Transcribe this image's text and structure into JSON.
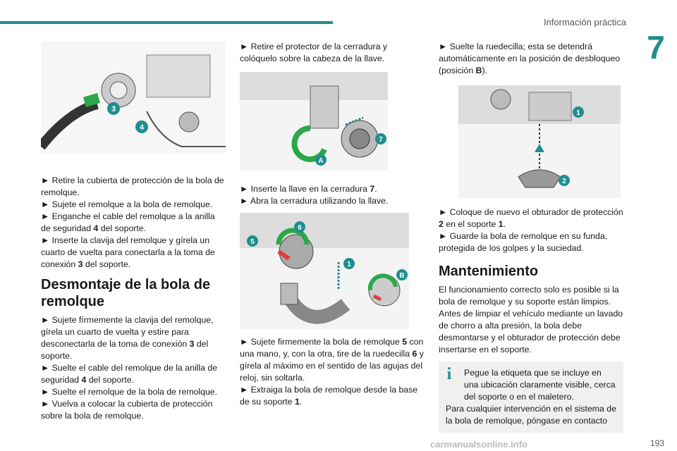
{
  "header": {
    "section": "Información práctica",
    "chapter": "7"
  },
  "col1": {
    "steps": [
      "► Retire la cubierta de protección de la bola de remolque.",
      "► Sujete el remolque a la bola de remolque.",
      "► Enganche el cable del remolque a la anilla de seguridad ",
      "► Inserte la clavija del remolque y gírela un cuarto de vuelta para conectarla a la toma de conexión "
    ],
    "step3_num": "4",
    "step3_tail": " del soporte.",
    "step4_num": "3",
    "step4_tail": " del soporte.",
    "heading": "Desmontaje de la bola de remolque",
    "steps2": [
      "► Sujete fírmemente la clavija del remolque, gírela un cuarto de vuelta y estire para desconectarla de la toma de conexión ",
      "► Suelte el cable del remolque de la anilla de seguridad ",
      "► Suelte el remolque de la bola de remolque.",
      "► Vuelva a colocar la cubierta de protección sobre la bola de remolque."
    ],
    "s2_1_num": "3",
    "s2_1_tail": " del soporte.",
    "s2_2_num": "4",
    "s2_2_tail": " del soporte.",
    "fig_labels": [
      "3",
      "4"
    ]
  },
  "col2": {
    "step1": "► Retire el protector de la cerradura y colóquelo sobre la cabeza de la llave.",
    "step2a": "► Inserte la llave en la cerradura ",
    "step2a_num": "7",
    "step2b": "► Abra la cerradura utilizando la llave.",
    "step3a": "► Sujete firmemente la bola de remolque ",
    "step3a_num": "5",
    "step3a_mid": " con una mano, y, con la otra, tire de la ruedecilla ",
    "step3a_num2": "6",
    "step3a_tail": " y gírela al máximo en el sentido de las agujas del reloj, sin soltarla.",
    "step3b": "► Extraiga la bola de remolque desde la base de su soporte ",
    "step3b_num": "1",
    "fig1_labels": [
      "7",
      "A"
    ],
    "fig2_labels": [
      "6",
      "5",
      "1",
      "B"
    ]
  },
  "col3": {
    "step1": "► Suelte la ruedecilla; esta se detendrá automáticamente en la posición de desbloqueo (posición ",
    "step1_pos": "B",
    "step1_tail": ").",
    "step2a": "► Coloque de nuevo el obturador de protección ",
    "step2a_num": "2",
    "step2a_mid": " en el soporte ",
    "step2a_num2": "1",
    "step2b": "► Guarde la bola de remolque en su funda, protegida de los golpes y la suciedad.",
    "heading": "Mantenimiento",
    "para": "El funcionamiento correcto solo es posible si la bola de remolque y su soporte están limpios. Antes de limpiar el vehículo mediante un lavado de chorro a alta presión, la bola debe desmontarse y el obturador de protección debe insertarse en el soporte.",
    "info1": "Pegue la etiqueta que se incluye en una ubicación claramente visible, cerca del soporte o en el maletero.",
    "info2": "Para cualquier intervención en el sistema de la bola de remolque, póngase en contacto",
    "fig_labels": [
      "1",
      "2"
    ]
  },
  "footer": {
    "page": "193",
    "watermark": "carmanualsonline.info"
  },
  "colors": {
    "accent": "#1e8e8e",
    "green": "#2aa84a",
    "red": "#e23b3b",
    "label_bg": "#1e8e8e"
  }
}
